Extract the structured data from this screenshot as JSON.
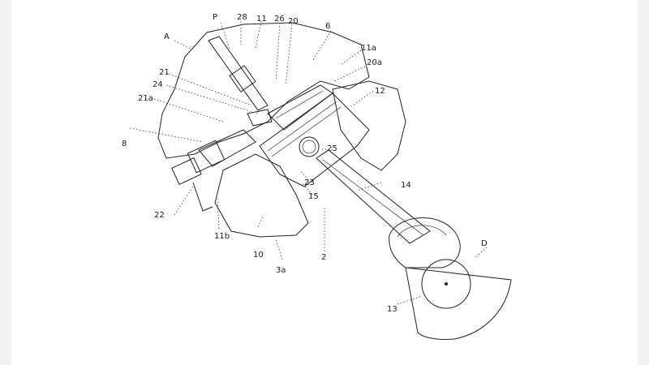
{
  "labels": {
    "P": "P",
    "A": "A",
    "n28": "28",
    "n11": "11",
    "n26": "26",
    "n20": "20",
    "n6": "6",
    "n11a": "11a",
    "n20a": "20a",
    "n12": "12",
    "n21": "21",
    "n24": "24",
    "n21a": "21a",
    "n8": "8",
    "n25": "25",
    "n23": "23",
    "n15": "15",
    "n14": "14",
    "n22": "22",
    "n11b": "11b",
    "n10": "10",
    "n3a": "3a",
    "n2": "2",
    "D": "D",
    "n13": "13"
  }
}
